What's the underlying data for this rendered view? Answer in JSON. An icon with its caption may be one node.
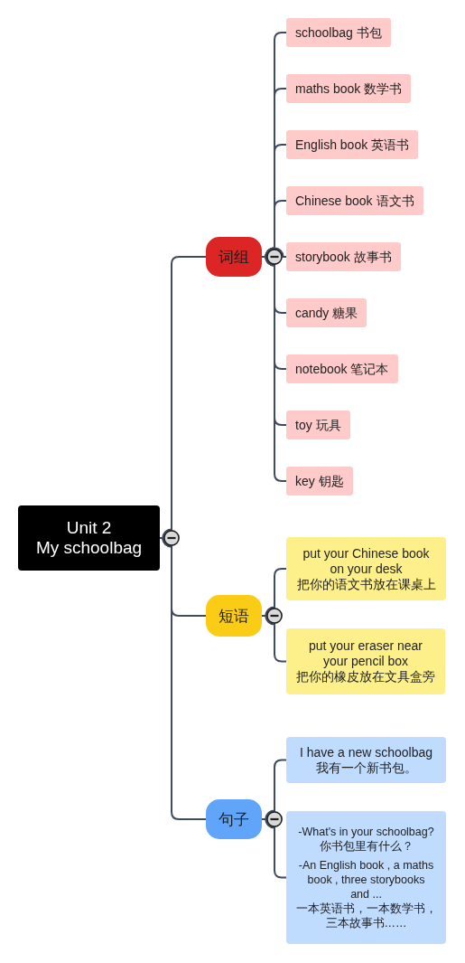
{
  "diagram": {
    "nodes": [
      {
        "text": [
          "Unit 2",
          "My schoolbag"
        ]
      },
      {
        "text": [
          "词组"
        ]
      },
      {
        "text": [
          "schoolbag 书包"
        ]
      },
      {
        "text": [
          "maths book 数学书"
        ]
      },
      {
        "text": [
          "English book 英语书"
        ]
      },
      {
        "text": [
          "Chinese book 语文书"
        ]
      },
      {
        "text": [
          "storybook 故事书"
        ]
      },
      {
        "text": [
          "candy 糖果"
        ]
      },
      {
        "text": [
          "notebook 笔记本"
        ]
      },
      {
        "text": [
          "toy 玩具"
        ]
      },
      {
        "text": [
          "key 钥匙"
        ]
      },
      {
        "text": [
          "短语"
        ]
      },
      {
        "text": [
          "put your Chinese book on your desk",
          "把你的语文书放在课桌上"
        ]
      },
      {
        "text": [
          "put your eraser near your pencil box",
          "把你的橡皮放在文具盒旁"
        ]
      },
      {
        "text": [
          "句子"
        ]
      },
      {
        "text": [
          "I have a new schoolbag",
          "我有一个新书包。"
        ]
      },
      {
        "text": [
          "-What's in your schoolbag?",
          "你书包里有什么？",
          "-An English book , a maths book , three storybooks and ...",
          "一本英语书，一本数学书，三本故事书……"
        ]
      }
    ],
    "edges": [
      {
        "from": 0,
        "to": 1,
        "arrow": "none"
      },
      {
        "from": 1,
        "to": 2,
        "arrow": "none"
      },
      {
        "from": 1,
        "to": 3,
        "arrow": "none"
      },
      {
        "from": 1,
        "to": 4,
        "arrow": "none"
      },
      {
        "from": 1,
        "to": 5,
        "arrow": "none"
      },
      {
        "from": 1,
        "to": 6,
        "arrow": "none"
      },
      {
        "from": 1,
        "to": 7,
        "arrow": "none"
      },
      {
        "from": 1,
        "to": 8,
        "arrow": "none"
      },
      {
        "from": 1,
        "to": 9,
        "arrow": "none"
      },
      {
        "from": 1,
        "to": 10,
        "arrow": "none"
      },
      {
        "from": 0,
        "to": 11,
        "arrow": "none"
      },
      {
        "from": 11,
        "to": 12,
        "arrow": "none"
      },
      {
        "from": 11,
        "to": 13,
        "arrow": "none"
      },
      {
        "from": 0,
        "to": 14,
        "arrow": "none"
      },
      {
        "from": 14,
        "to": 15,
        "arrow": "none"
      },
      {
        "from": 14,
        "to": 16,
        "arrow": "none"
      }
    ]
  }
}
